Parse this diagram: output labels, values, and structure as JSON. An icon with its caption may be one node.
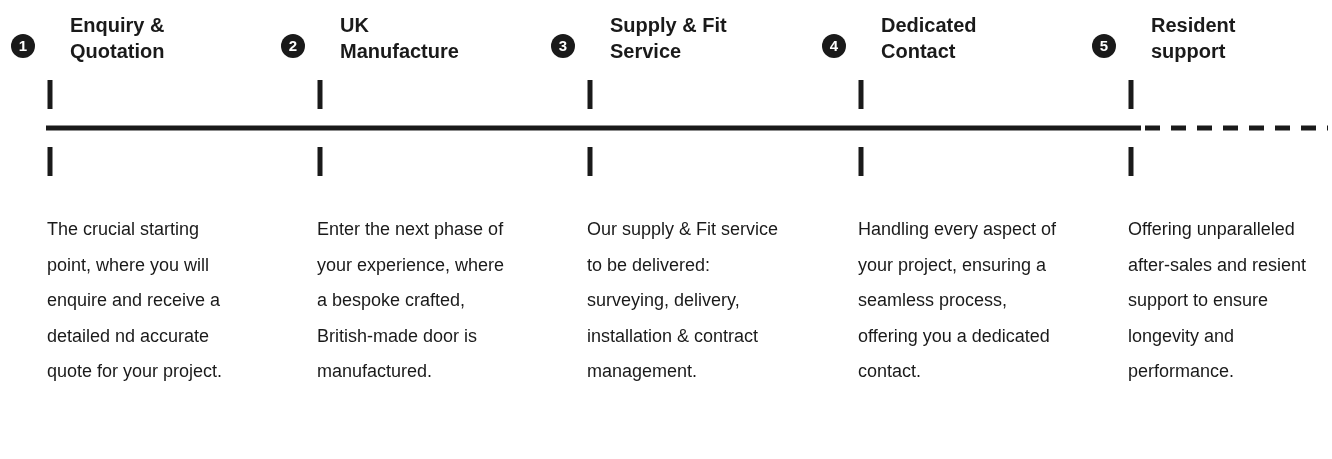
{
  "diagram": {
    "nodes": [
      {
        "text": [
          "1"
        ],
        "beside": [
          "Enquiry & Quotation"
        ]
      },
      {
        "text": [
          "2"
        ],
        "beside": [
          "UK Manufacture"
        ]
      },
      {
        "text": [
          "3"
        ],
        "beside": [
          "Supply & Fit Service"
        ]
      },
      {
        "text": [
          "4"
        ],
        "beside": [
          "Dedicated Contact"
        ]
      },
      {
        "text": [
          "5"
        ],
        "beside": [
          "Resident support"
        ]
      }
    ],
    "labels": [
      "The crucial starting point, where you will enquire and receive a detailed nd accurate quote for your project.",
      "Enter the next phase of your experience, where a bespoke crafted, British-made door is manufactured.",
      "Our supply & Fit service to be delivered: surveying, delivery, installation & contract management.",
      "Handling every aspect of your project, ensuring a seamless process, offering you a dedicated contact.",
      "Offering unparalleled after-sales and resient support to ensure longevity and performance."
    ]
  }
}
